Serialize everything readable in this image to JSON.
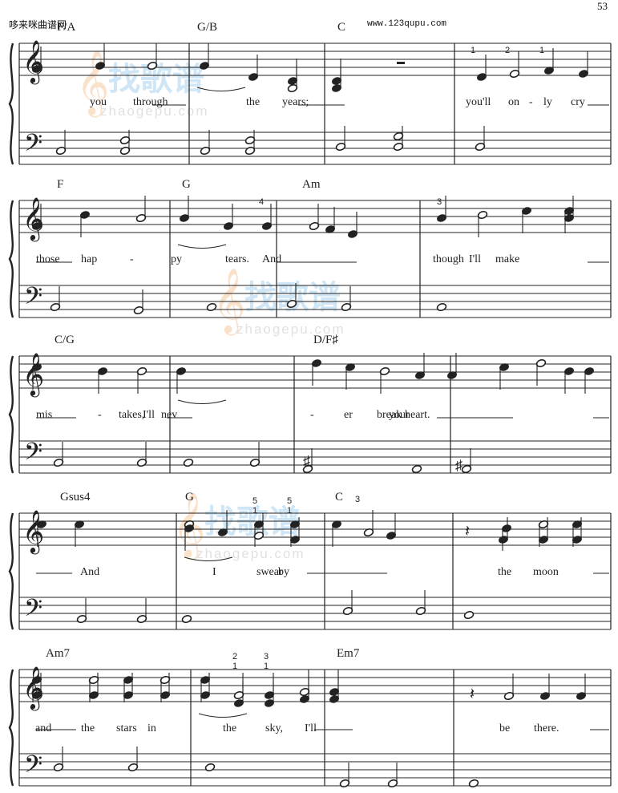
{
  "header": {
    "site_left": "哆来咪曲谱网",
    "site_mid": "www.123qupu.com",
    "page_number": "53"
  },
  "watermark": {
    "brand": "找歌谱",
    "url": "zhaogepu.com"
  },
  "colors": {
    "staff": "#222222",
    "watermark_orange": "#f6c9a0",
    "watermark_blue": "#a9d2ef"
  },
  "systems": [
    {
      "chords": [
        "F/A",
        "G/B",
        "C"
      ],
      "fingering": [
        "1",
        "2",
        "1"
      ],
      "lyrics": [
        "you",
        "through",
        "the",
        "years;",
        "you'll",
        "on",
        "-",
        "ly",
        "cry"
      ]
    },
    {
      "chords": [
        "F",
        "G",
        "Am"
      ],
      "fingering": [
        "4",
        "3"
      ],
      "lyrics": [
        "those",
        "hap",
        "-",
        "py",
        "tears.",
        "And",
        "though",
        "I'll",
        "make"
      ]
    },
    {
      "chords": [
        "C/G",
        "D/F♯"
      ],
      "fingering": [],
      "lyrics": [
        "mis",
        "-",
        "takes,",
        "I'll",
        "nev",
        "-",
        "er",
        "break",
        "your",
        "heart."
      ]
    },
    {
      "chords": [
        "Gsus4",
        "G",
        "C"
      ],
      "fingering": [
        "5",
        "1",
        "5",
        "1",
        "3"
      ],
      "lyrics": [
        "And",
        "I",
        "swear",
        "by",
        "the",
        "moon"
      ]
    },
    {
      "chords": [
        "Am7",
        "Em7"
      ],
      "fingering": [
        "2",
        "1",
        "3",
        "1"
      ],
      "lyrics": [
        "and",
        "the",
        "stars",
        "in",
        "the",
        "sky,",
        "I'll",
        "be",
        "there."
      ]
    }
  ]
}
